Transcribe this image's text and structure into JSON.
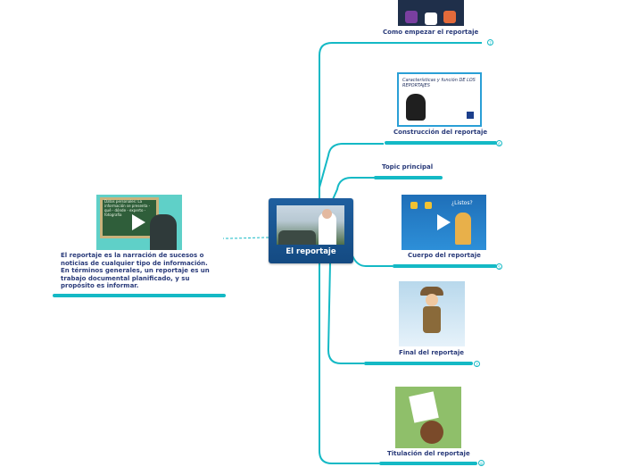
{
  "center": {
    "title": "El reportaje"
  },
  "description": "El reportaje es la narración de sucesos o noticias de cualquier tipo de información. En términos generales, un reportaje es un trabajo documental planificado, y su propósito es informar.",
  "left_thumb": {
    "board_text": "Datos personales: La información se presenta - qué - dónde - experto - fotografía"
  },
  "nodes": [
    {
      "id": "como",
      "label": "Como empezar el reportaje",
      "badge": "7"
    },
    {
      "id": "construccion",
      "label": "Construcción del reportaje",
      "badge": "6",
      "thumb_text": "Características y función DE LOS REPORTAJES"
    },
    {
      "id": "topic",
      "label": "Topic principal"
    },
    {
      "id": "cuerpo",
      "label": "Cuerpo del reportaje",
      "badge": "5",
      "thumb_text": "¿Listos?"
    },
    {
      "id": "final",
      "label": "Final del reportaje",
      "badge": "7"
    },
    {
      "id": "titulacion",
      "label": "Titulación del reportaje",
      "badge": "8"
    }
  ],
  "colors": {
    "branch": "#14b9c5",
    "center": "#1f5f9f",
    "text": "#2a3b7a"
  }
}
